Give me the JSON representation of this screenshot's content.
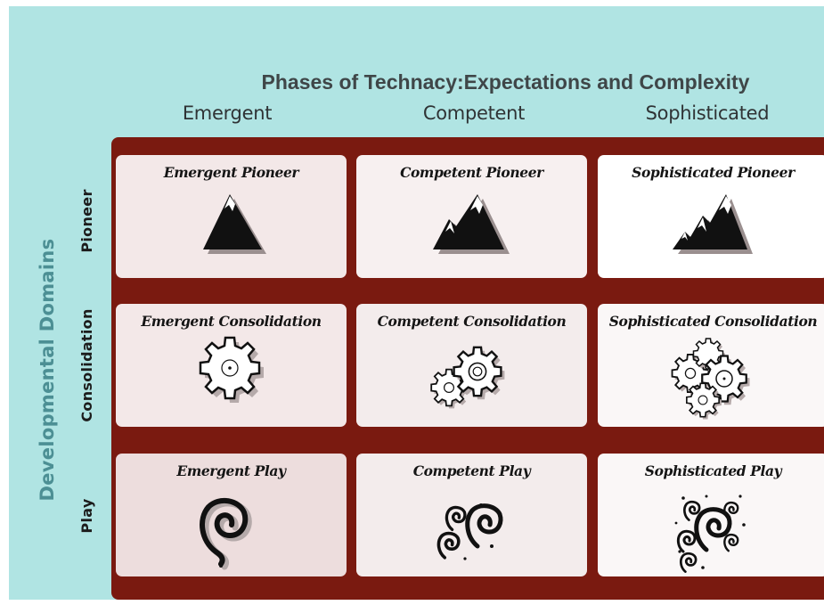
{
  "title": "Phases of Technacy:Expectations and Complexity",
  "columns": [
    "Emergent",
    "Competent",
    "Sophisticated"
  ],
  "domains_label": "Developmental Domains",
  "rows": [
    "Pioneer",
    "Consolidation",
    "Play"
  ],
  "cells": [
    [
      "Emergent Pioneer",
      "Competent Pioneer",
      "Sophisticated Pioneer"
    ],
    [
      "Emergent Consolidation",
      "Competent Consolidation",
      "Sophisticated Consolidation"
    ],
    [
      "Emergent Play",
      "Competent Play",
      "Sophisticated Play"
    ]
  ],
  "icons": {
    "pioneer": "mountain-icon",
    "consolidation": "gear-icon",
    "play": "spiral-icon"
  },
  "colors": {
    "background": "#b0e4e3",
    "panel": "#7a1a10",
    "domains_label": "#4c8f94",
    "title": "#3f4648"
  }
}
